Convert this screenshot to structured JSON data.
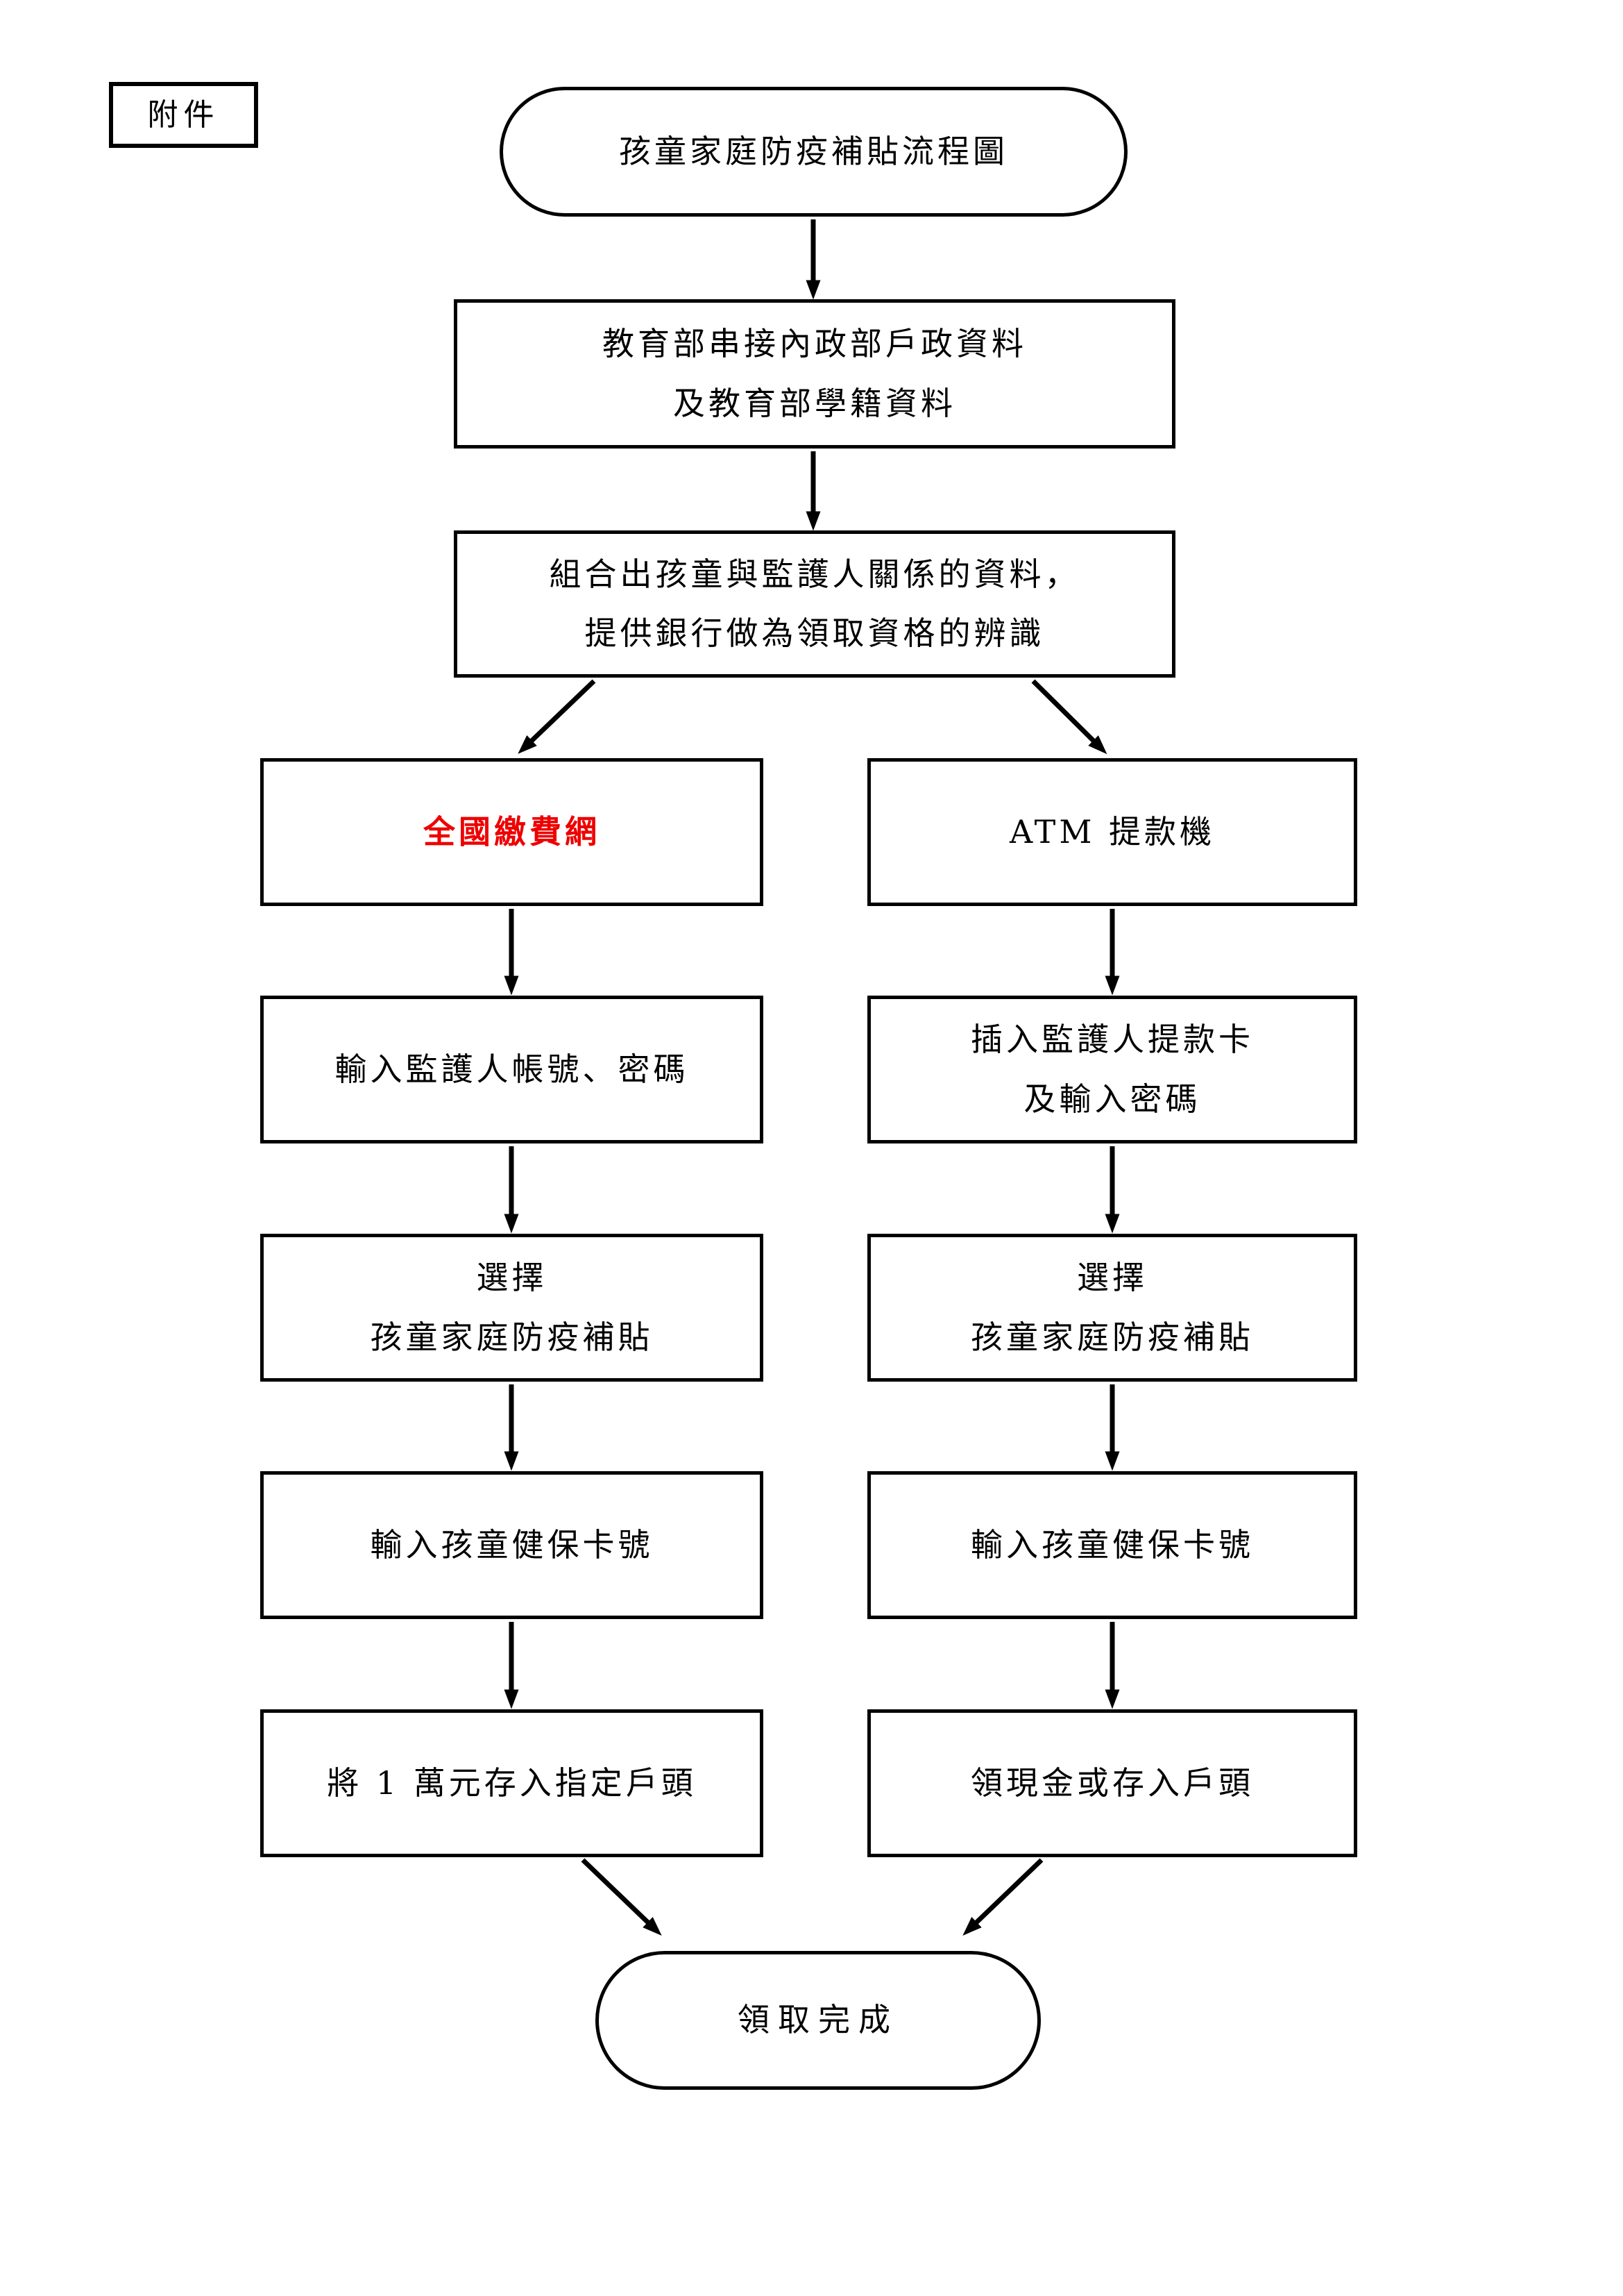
{
  "attachment_tag": "附件",
  "flowchart": {
    "title_oval": "孩童家庭防疫補貼流程圖",
    "step_data_link": {
      "line1": "教育部串接內政部戶政資料",
      "line2": "及教育部學籍資料"
    },
    "step_combine": {
      "line1": "組合出孩童與監護人關係的資料，",
      "line2": "提供銀行做為領取資格的辨識"
    },
    "left_branch": {
      "channel": "全國繳費網",
      "step_login": "輸入監護人帳號、密碼",
      "step_select": {
        "line1": "選擇",
        "line2": "孩童家庭防疫補貼"
      },
      "step_card": "輸入孩童健保卡號",
      "step_payout": "將 1 萬元存入指定戶頭"
    },
    "right_branch": {
      "channel": "ATM 提款機",
      "step_login": {
        "line1": "插入監護人提款卡",
        "line2": "及輸入密碼"
      },
      "step_select": {
        "line1": "選擇",
        "line2": "孩童家庭防疫補貼"
      },
      "step_card": "輸入孩童健保卡號",
      "step_payout": "領現金或存入戶頭"
    },
    "end_oval": "領取完成",
    "colors": {
      "highlight": "#EE0000",
      "line": "#000000"
    }
  }
}
